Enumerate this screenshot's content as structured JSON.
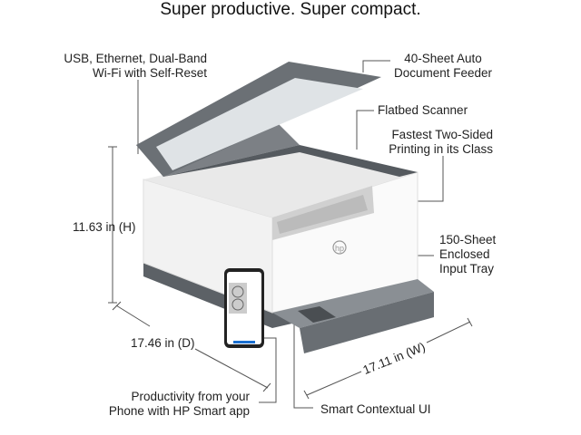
{
  "title": "Super productive. Super compact.",
  "callouts": {
    "connectivity": [
      "USB, Ethernet, Dual-Band",
      "Wi-Fi with Self-Reset"
    ],
    "adf": [
      "40-Sheet Auto",
      "Document Feeder"
    ],
    "scanner": "Flatbed Scanner",
    "duplex": [
      "Fastest Two-Sided",
      "Printing in its Class"
    ],
    "input_tray": [
      "150-Sheet",
      "Enclosed",
      "Input Tray"
    ],
    "mobile": [
      "Productivity from your",
      "Phone with HP Smart app"
    ],
    "ui": "Smart Contextual UI"
  },
  "dimensions": {
    "height": "11.63 in (H)",
    "depth": "17.46 in (D)",
    "width": "17.11 in (W)"
  },
  "logo": "hp"
}
